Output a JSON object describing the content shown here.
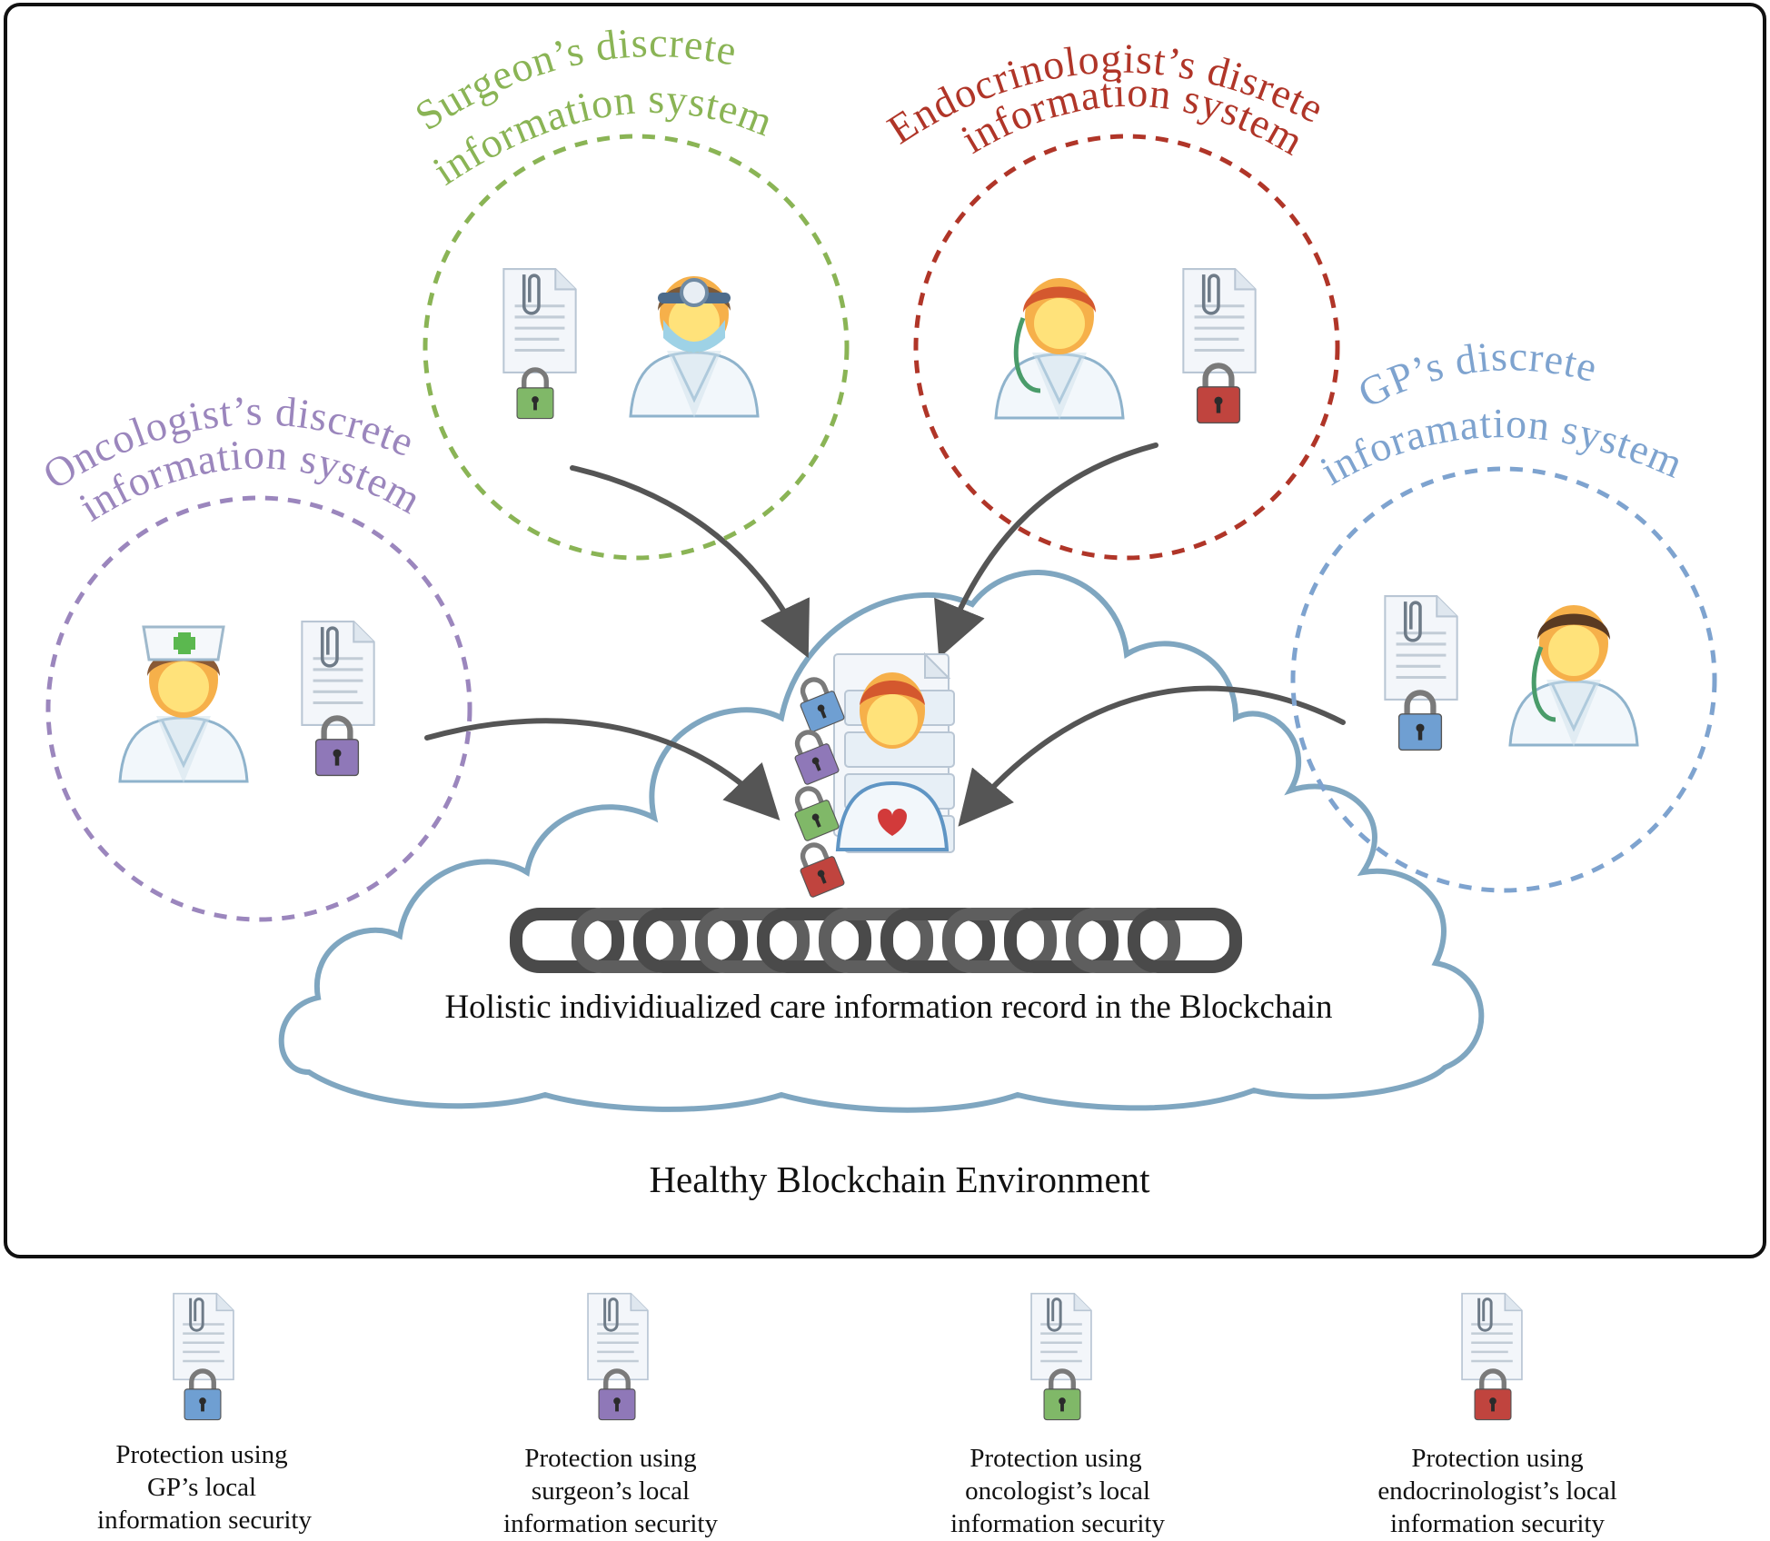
{
  "environment": {
    "label": "Healthy Blockchain Environment",
    "cloud_caption": "Holistic individiualized care information record in the Blockchain"
  },
  "systems": [
    {
      "id": "surgeon",
      "line1": "Surgeon’s discrete",
      "line2": "information system",
      "color": "#8ab455"
    },
    {
      "id": "endocrinologist",
      "line1": "Endocrinologist’s disrete",
      "line2": "information system",
      "color": "#b03528"
    },
    {
      "id": "oncologist",
      "line1": "Oncologist’s discrete",
      "line2": "information system",
      "color": "#9b86bd"
    },
    {
      "id": "gp",
      "line1": "GP’s discrete",
      "line2": "inforamation system",
      "color": "#7ea3cf"
    }
  ],
  "legend": [
    {
      "line1": "Protection using",
      "line2": "GP’s local",
      "line3": "information security",
      "lock_color": "#6f9fd2"
    },
    {
      "line1": "Protection using",
      "line2": "surgeon’s local",
      "line3": "information security",
      "lock_color": "#8f78b8"
    },
    {
      "line1": "Protection using",
      "line2": "oncologist’s local",
      "line3": "information security",
      "lock_color": "#80b868"
    },
    {
      "line1": "Protection using",
      "line2": "endocrinologist’s local",
      "line3": "information security",
      "lock_color": "#c0443e"
    }
  ]
}
